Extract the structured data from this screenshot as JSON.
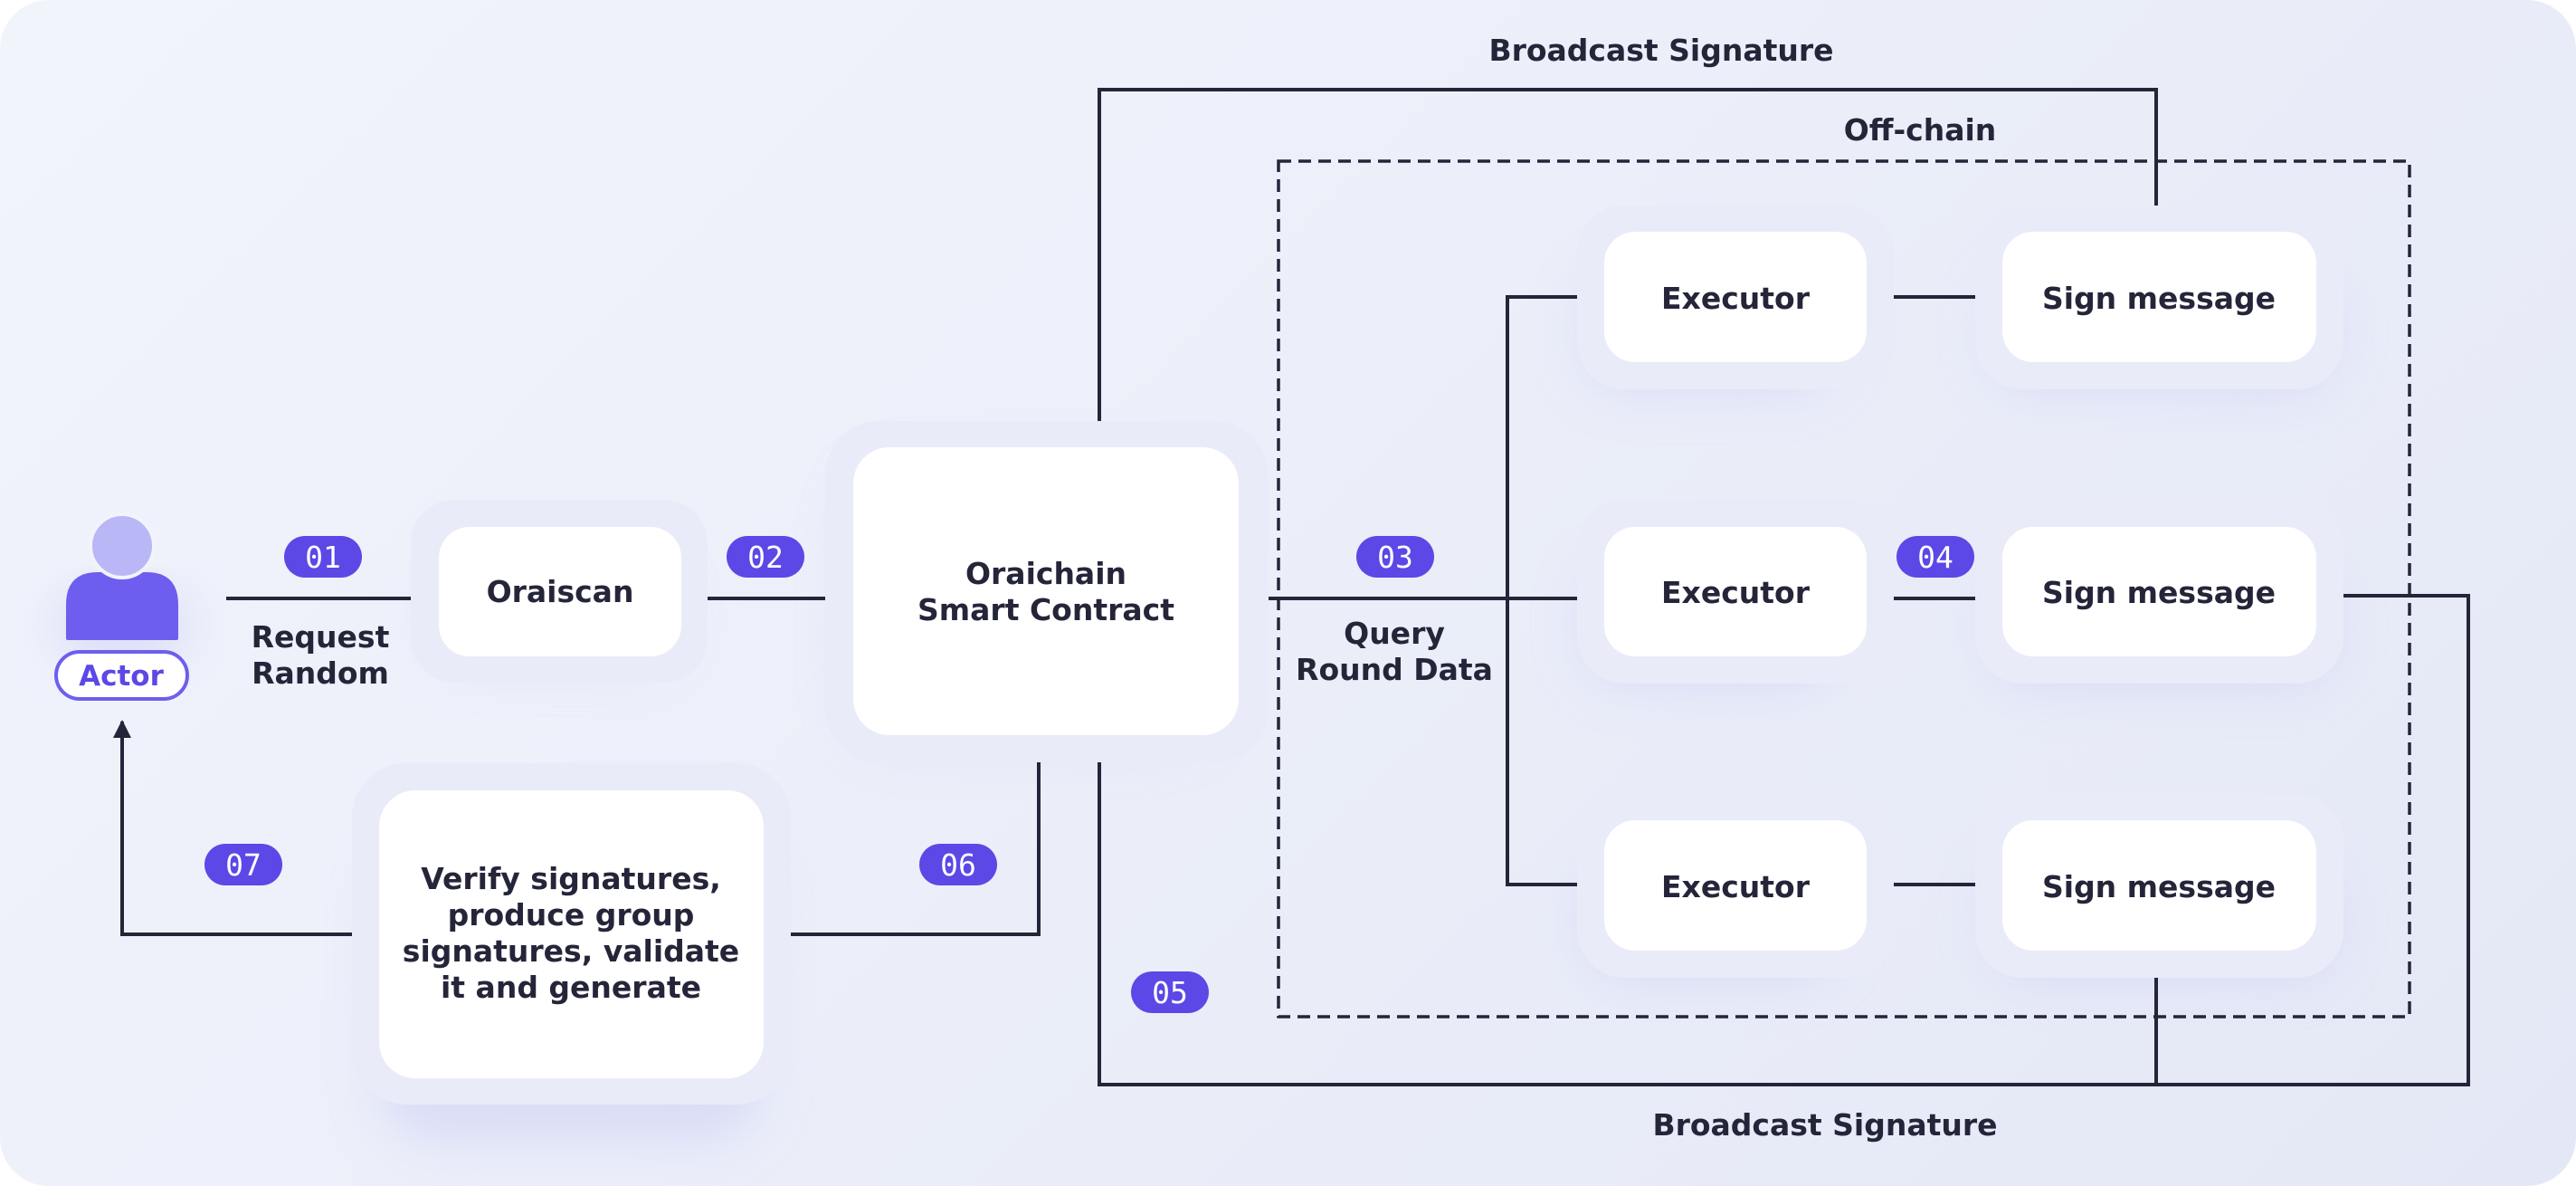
{
  "title_top": "Broadcast Signature",
  "title_bottom": "Broadcast Signature",
  "offchain_label": "Off-chain",
  "actor": {
    "label": "Actor"
  },
  "nodes": {
    "oraiscan": "Oraiscan",
    "contract_line1": "Oraichain",
    "contract_line2": "Smart Contract",
    "verify_lines": [
      "Verify signatures,",
      "produce group",
      "signatures, validate",
      "it and generate"
    ],
    "executor": [
      "Executor",
      "Executor",
      "Executor"
    ],
    "sign": [
      "Sign message",
      "Sign message",
      "Sign message"
    ]
  },
  "edge_labels": {
    "request": [
      "Request",
      "Random"
    ],
    "query": [
      "Query",
      "Round Data"
    ]
  },
  "steps": [
    "01",
    "02",
    "03",
    "04",
    "05",
    "06",
    "07"
  ],
  "colors": {
    "badge": "#5b48e6",
    "actor_body": "#6d5ef0",
    "actor_head": "#b9b7f6",
    "line": "#25253a",
    "box": "#ffffff",
    "box_halo": "#e9ebf8"
  }
}
